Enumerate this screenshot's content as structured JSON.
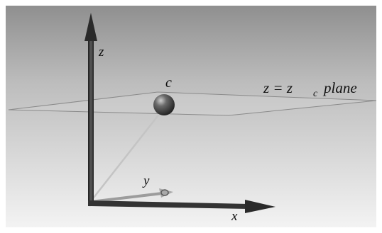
{
  "labels": {
    "z_axis": "z",
    "x_axis": "x",
    "y_axis": "y",
    "center": "c",
    "plane_lhs": "z = z",
    "plane_sub": "c",
    "plane_word": "plane"
  },
  "colors": {
    "background_top": "#8c8c8c",
    "background_bottom": "#f2f2f2",
    "axis": "#3a3a3a",
    "plane_edge": "#7a7a7a",
    "center_line": "#b8b8b8",
    "sphere": "#5a5a5a"
  }
}
